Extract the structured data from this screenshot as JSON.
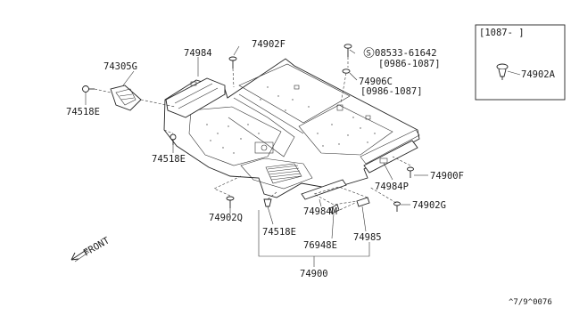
{
  "inset": {
    "label": "[1087-   ]",
    "part": "74902A"
  },
  "callouts": {
    "p74984": "74984",
    "p74902F": "74902F",
    "p08533": "08533-61642",
    "p08533_range": "[0986-1087]",
    "p74906C": "74906C",
    "p74906C_range": "[0986-1087]",
    "p74305G": "74305G",
    "p74518E_left": "74518E",
    "p74518E_mid": "74518E",
    "p74900F": "74900F",
    "p74984P": "74984P",
    "p74902G": "74902G",
    "p74902Q": "74902Q",
    "p74984M": "74984M",
    "p74518E_bottom": "74518E",
    "p76948E": "76948E",
    "p74985": "74985",
    "p74900": "74900"
  },
  "screw_symbol": "S",
  "front_label": "FRONT",
  "page_code": "^7/9^0076"
}
